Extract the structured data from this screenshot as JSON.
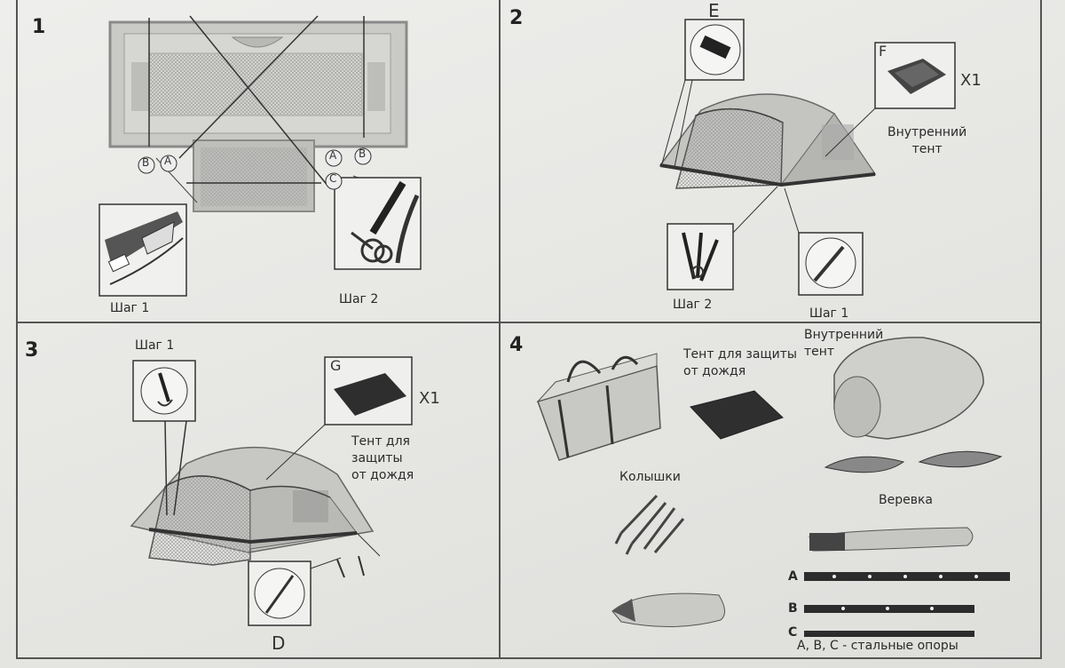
{
  "panels": [
    {
      "num": "1",
      "labels": {
        "step1": "Шаг 1",
        "step2": "Шаг 2"
      }
    },
    {
      "num": "2",
      "labels": {
        "e": "E",
        "f": "F",
        "x1": "X1",
        "inner_tent": "Внутренний\nтент",
        "step2": "Шаг 2",
        "step1": "Шаг 1"
      }
    },
    {
      "num": "3",
      "labels": {
        "step1": "Шаг 1",
        "g": "G",
        "x1": "X1",
        "rain_fly": "Тент для\nзащиты\nот дождя",
        "d": "D"
      }
    },
    {
      "num": "4",
      "labels": {
        "rain_fly": "Тент для защиты\nот дождя",
        "inner_tent": "Внутренний\nтент",
        "pegs": "Колышки",
        "rope": "Веревка",
        "a": "A",
        "b": "B",
        "c": "C",
        "poles_note": "A, B, C - стальные опоры"
      }
    }
  ],
  "diagram_letters": {
    "a": "A",
    "b": "B",
    "c": "C"
  }
}
